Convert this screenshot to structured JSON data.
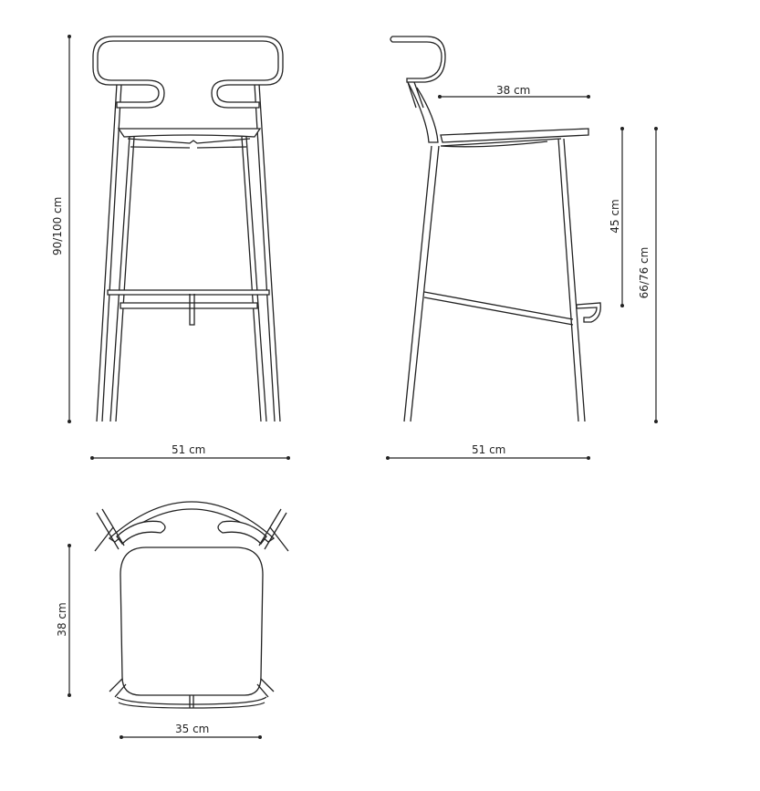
{
  "diagram": {
    "views": [
      "front",
      "side",
      "top"
    ],
    "dimensions": {
      "front_height": "90/100 cm",
      "front_width": "51 cm",
      "side_seat_depth": "38 cm",
      "side_seat_to_footrest": "45 cm",
      "side_seat_height": "66/76 cm",
      "side_depth": "51 cm",
      "top_depth": "38 cm",
      "top_width": "35 cm"
    },
    "colors": {
      "line": "#222222",
      "background": "#ffffff"
    }
  }
}
